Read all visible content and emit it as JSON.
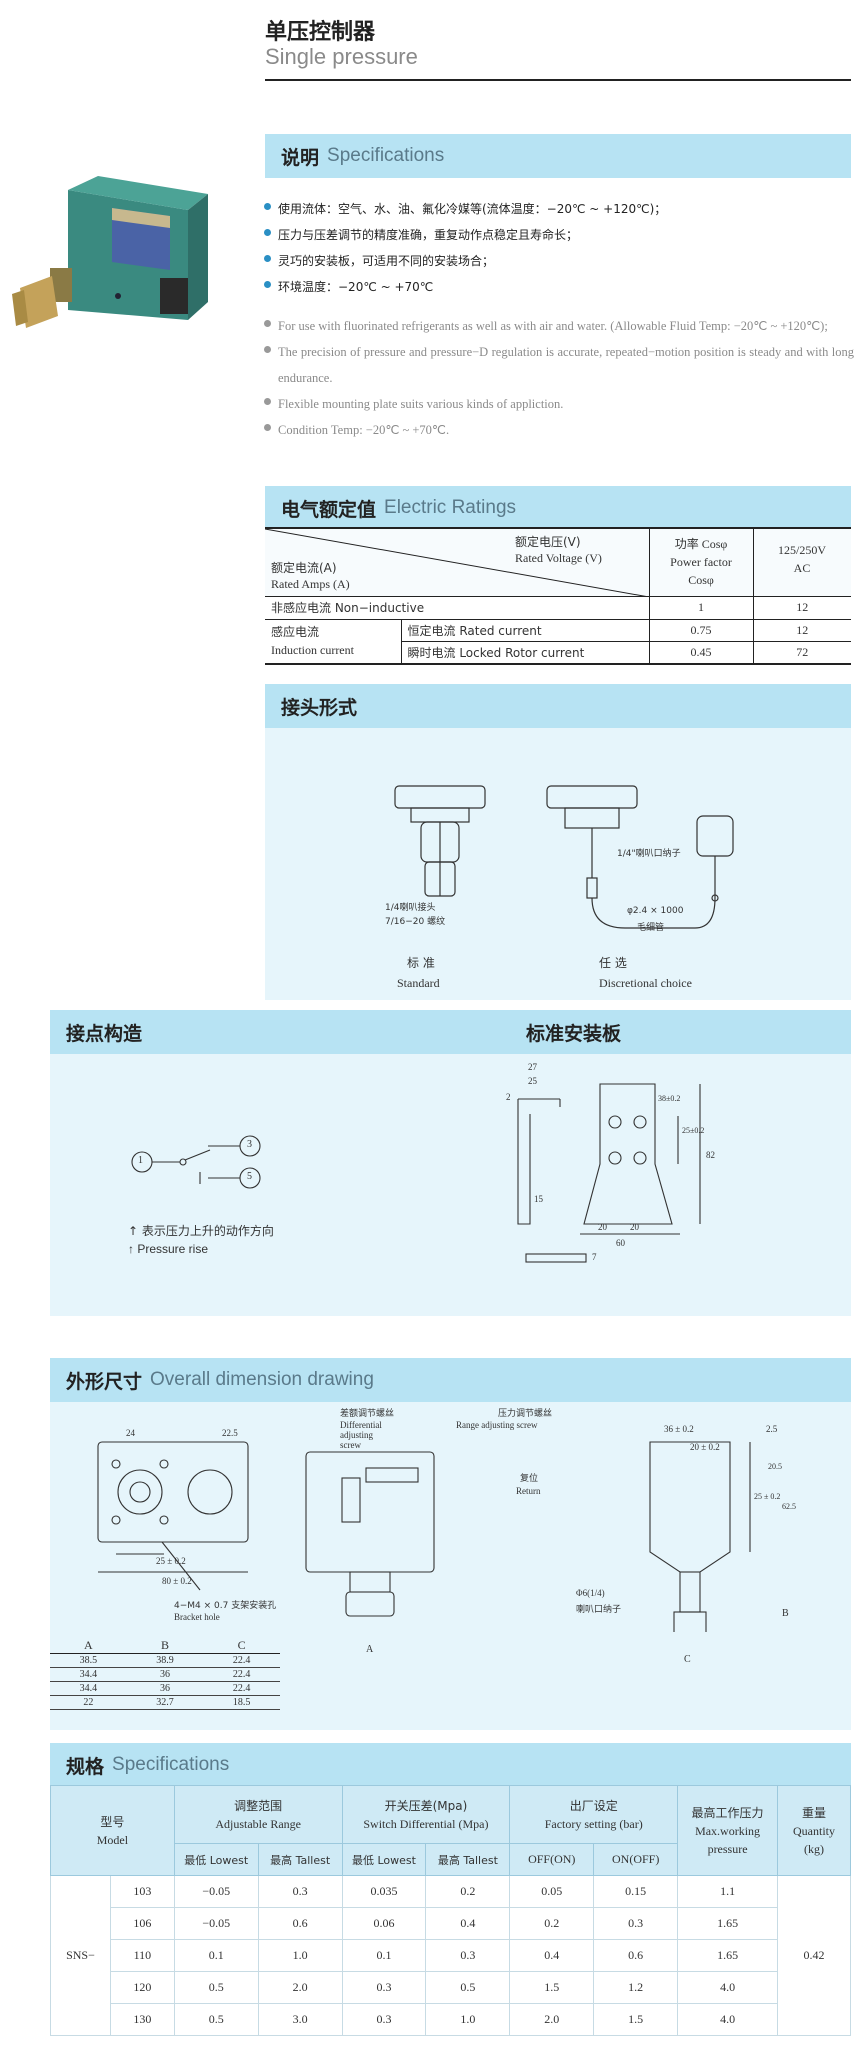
{
  "header": {
    "title_cn": "单压控制器",
    "title_en": "Single pressure"
  },
  "specifications": {
    "heading_cn": "说明",
    "heading_en": "Specifications",
    "bullets_cn": [
      "使用流体：空气、水、油、氟化冷媒等(流体温度：−20℃ ~ +120℃)；",
      "压力与压差调节的精度准确，重复动作点稳定且寿命长；",
      "灵巧的安装板，可适用不同的安装场合；",
      "环境温度：−20℃ ~ +70℃"
    ],
    "bullets_en": [
      "For use with fluorinated refrigerants as well as with air and water. (Allowable Fluid Temp: −20℃ ~ +120℃);",
      "The precision of pressure and pressure−D regulation is accurate, repeated−motion position is steady and with long endurance.",
      "Flexible mounting plate suits various kinds of appliction.",
      "Condition Temp: −20℃ ~ +70℃."
    ]
  },
  "electric": {
    "heading_cn": "电气额定值",
    "heading_en": "Electric Ratings",
    "diag_top_cn": "额定电压(V)",
    "diag_top_en": "Rated Voltage (V)",
    "diag_bottom_cn": "额定电流(A)",
    "diag_bottom_en": "Rated Amps (A)",
    "col_pf_cn": "功率 Cosφ",
    "col_pf_en": "Power factor",
    "col_pf_sym": "Cosφ",
    "col_v": "125/250V",
    "col_v2": "AC",
    "rows": {
      "noninductive": {
        "label": "非感应电流  Non−inductive",
        "pf": "1",
        "amps": "12"
      },
      "induction_cn": "感应电流",
      "induction_en": "Induction current",
      "rated": {
        "label": "恒定电流  Rated current",
        "pf": "0.75",
        "amps": "12"
      },
      "locked": {
        "label": "瞬时电流  Locked Rotor current",
        "pf": "0.45",
        "amps": "72"
      }
    }
  },
  "connector": {
    "heading_cn": "接头形式",
    "std_note1": "1/4喇叭接头",
    "std_note2": "7/16−20 螺纹",
    "opt_note1": "1/4\"喇叭口纳子",
    "opt_note2": "φ2.4 × 1000",
    "opt_note3": "毛细管",
    "std_cn": "标 准",
    "std_en": "Standard",
    "opt_cn": "任 选",
    "opt_en": "Discretional choice"
  },
  "contact": {
    "heading_cn": "接点构造",
    "n1": "1",
    "n3": "3",
    "n5": "5",
    "note_cn": "↑ 表示压力上升的动作方向",
    "note_en": "↑ Pressure rise"
  },
  "bracket": {
    "heading_cn": "标准安装板",
    "d27": "27",
    "d25": "25",
    "d2": "2",
    "d15": "15",
    "d20a": "20",
    "d20b": "20",
    "d60": "60",
    "d82": "82",
    "d25b": "25±0.2",
    "d7": "7",
    "d38": "38±0.2"
  },
  "dimension": {
    "heading_cn": "外形尺寸",
    "heading_en": "Overall dimension drawing",
    "d24": "24",
    "d225": "22.5",
    "d25": "25 ± 0.2",
    "d80": "80 ± 0.2",
    "hole_cn": "4−M4 × 0.7 支架安装孔",
    "hole_en": "Bracket  hole",
    "diff_cn": "差额调节螺丝",
    "diff_en1": "Differential",
    "diff_en2": "adjusting",
    "diff_en3": "screw",
    "range_cn": "压力调节螺丝",
    "range_en": "Range adjusting screw",
    "reset_cn": "复位",
    "reset_en": "Return",
    "lbl_a": "A",
    "d36": "36 ± 0.2",
    "d25r": "2.5",
    "d20": "20 ± 0.2",
    "d205": "20.5",
    "d25v": "25 ± 0.2",
    "d625": "62.5",
    "lbl_b": "B",
    "lbl_c": "C",
    "phi_1": "Φ6(1/4)",
    "phi_2": "喇叭口纳子",
    "table_headers": [
      "A",
      "B",
      "C"
    ],
    "table_rows": [
      [
        "38.5",
        "38.9",
        "22.4"
      ],
      [
        "34.4",
        "36",
        "22.4"
      ],
      [
        "34.4",
        "36",
        "22.4"
      ],
      [
        "22",
        "32.7",
        "18.5"
      ]
    ]
  },
  "spec_table": {
    "heading_cn": "规格",
    "heading_en": "Specifications",
    "h_model_cn": "型号",
    "h_model_en": "Model",
    "h_adj_cn": "调整范围",
    "h_adj_en": "Adjustable Range",
    "h_sw_cn": "开关压差(Mpa)",
    "h_sw_en": "Switch Differential (Mpa)",
    "h_fac_cn": "出厂设定",
    "h_fac_en": "Factory setting (bar)",
    "h_max_cn": "最高工作压力",
    "h_max_en1": "Max.working",
    "h_max_en2": "pressure",
    "h_w_cn": "重量",
    "h_w_en1": "Quantity",
    "h_w_en2": "(kg)",
    "sub_lowest": "最低 Lowest",
    "sub_tallest": "最高 Tallest",
    "sub_on": "OFF(ON)",
    "sub_off": "ON(OFF)",
    "prefix": "SNS−",
    "weight": "0.42",
    "rows": [
      [
        "103",
        "−0.05",
        "0.3",
        "0.035",
        "0.2",
        "0.05",
        "0.15",
        "1.1"
      ],
      [
        "106",
        "−0.05",
        "0.6",
        "0.06",
        "0.4",
        "0.2",
        "0.3",
        "1.65"
      ],
      [
        "110",
        "0.1",
        "1.0",
        "0.1",
        "0.3",
        "0.4",
        "0.6",
        "1.65"
      ],
      [
        "120",
        "0.5",
        "2.0",
        "0.3",
        "0.5",
        "1.5",
        "1.2",
        "4.0"
      ],
      [
        "130",
        "0.5",
        "3.0",
        "0.3",
        "1.0",
        "2.0",
        "1.5",
        "4.0"
      ]
    ]
  },
  "colors": {
    "accent_bar": "#b7e3f3",
    "diagram_bg": "#e6f5fb",
    "bullet": "#2a8fc4"
  }
}
